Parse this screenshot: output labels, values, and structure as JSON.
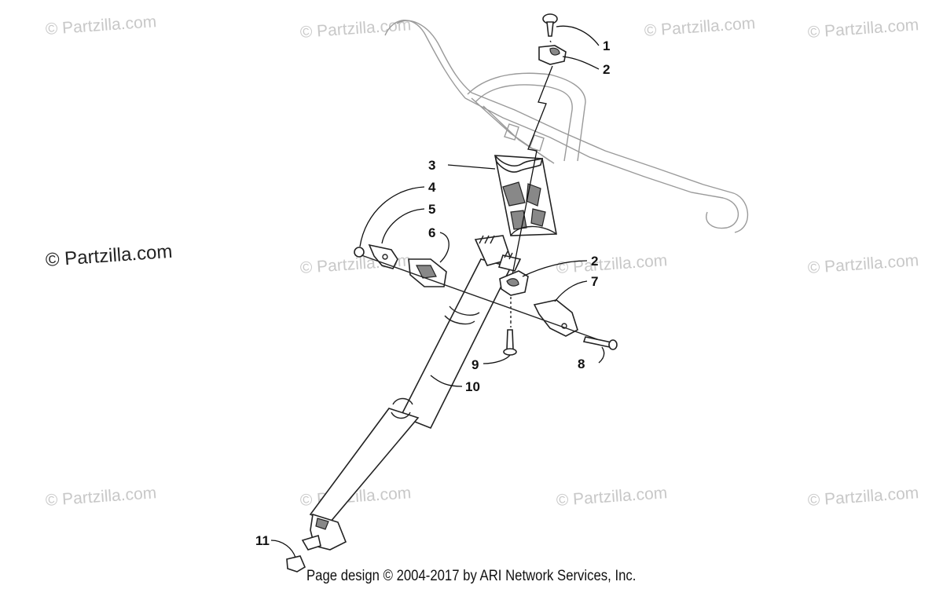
{
  "watermarks": [
    "© Partzilla.com",
    "© Partzilla.com",
    "© Partzilla.com",
    "© Partzilla.com",
    "© Partzilla.com",
    "© Partzilla.com",
    "© Partzilla.com",
    "© Partzilla.com",
    "© Partzilla.com",
    "© Partzilla.com",
    "© Partzilla.com"
  ],
  "main_watermark": "© Partzilla.com",
  "callouts": [
    "1",
    "2",
    "3",
    "4",
    "5",
    "6",
    "2",
    "7",
    "8",
    "9",
    "10",
    "11"
  ],
  "footer": "Page design © 2004-2017 by ARI Network Services, Inc."
}
